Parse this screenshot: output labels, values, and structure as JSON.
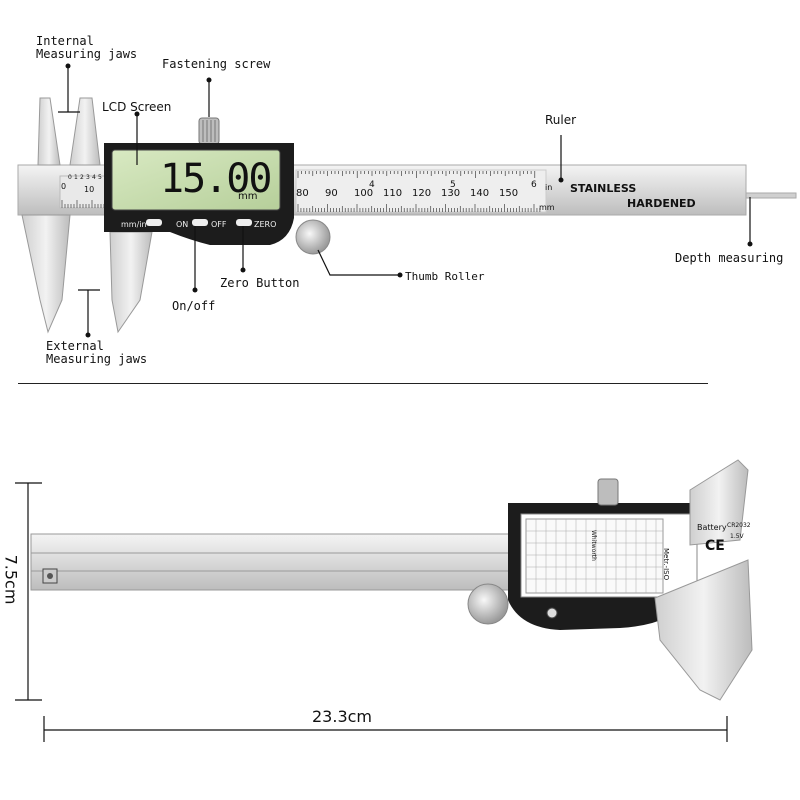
{
  "top_diagram": {
    "labels": {
      "internal_jaws": [
        "Internal",
        "Measuring jaws"
      ],
      "fastening_screw": "Fastening screw",
      "lcd_screen": "LCD Screen",
      "ruler": "Ruler",
      "depth_measuring": "Depth measuring",
      "thumb_roller": "Thumb Roller",
      "zero_button": "Zero Button",
      "on_off": "On/off",
      "external_jaws": [
        "External",
        "Measuring jaws"
      ]
    },
    "lcd": {
      "reading": "15.00",
      "unit": "mm"
    },
    "buttons": {
      "mm_in": "mm/in",
      "on": "ON",
      "off": "OFF",
      "zero": "ZERO"
    },
    "scale": {
      "mm_numbers": [
        "80",
        "90",
        "100",
        "110",
        "120",
        "130",
        "140",
        "150"
      ],
      "inch_numbers": [
        "4",
        "5",
        "6"
      ],
      "left_mm": [
        "0",
        "10"
      ],
      "left_inch": [
        "0",
        "1",
        "2",
        "3",
        "4",
        "5"
      ],
      "inch_unit": "in",
      "mm_unit": "mm"
    },
    "beam_text": [
      "STAINLESS",
      "HARDENED"
    ]
  },
  "bottom_diagram": {
    "height_dim": "7.5cm",
    "width_dim": "23.3cm",
    "battery_label": "Battery",
    "battery_model": "CR2032",
    "battery_voltage": "1.5V",
    "table_title": "Metr.-ISO",
    "table_title2": "Whitworth",
    "ce_mark": "CE"
  }
}
